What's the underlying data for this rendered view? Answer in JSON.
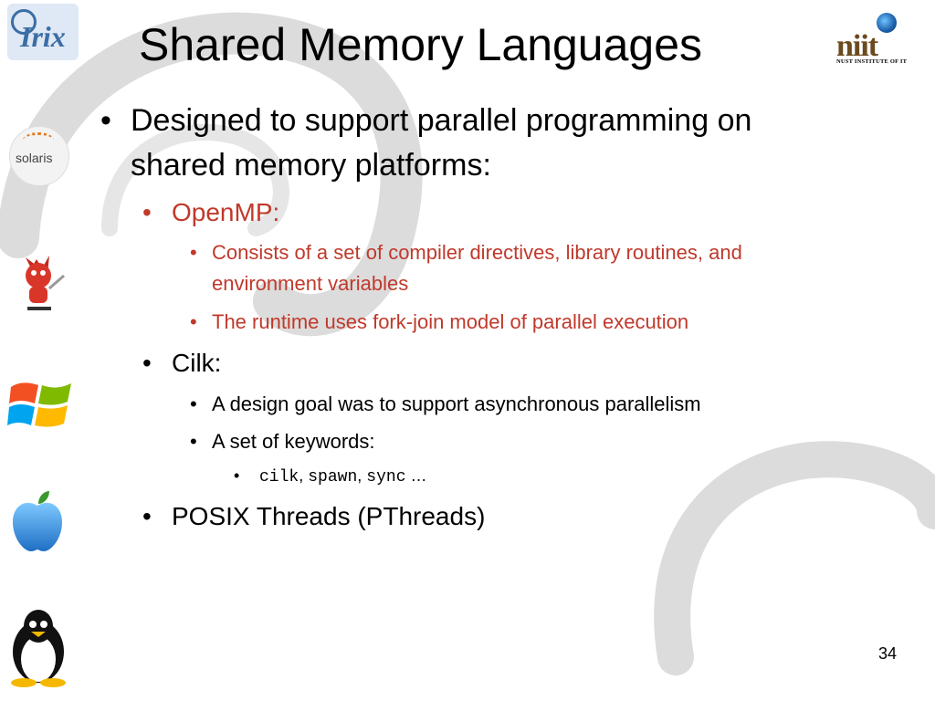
{
  "slide": {
    "title": "Shared Memory Languages",
    "page_number": "34",
    "bullets": {
      "b1_line1": "Designed to support parallel programming on",
      "b1_line2": "shared memory platforms:",
      "openmp": "OpenMP:",
      "openmp_1_line1": "Consists of a set of compiler directives, library routines, and",
      "openmp_1_line2": "environment variables",
      "openmp_2": "The runtime uses fork-join model of parallel execution",
      "cilk": "Cilk:",
      "cilk_1": "A design goal was to support asynchronous parallelism",
      "cilk_2": "A set of keywords:",
      "kw_1": "cilk",
      "kw_2": "spawn",
      "kw_3": "sync",
      "kw_sep": ",",
      "kw_tail": " …",
      "posix": "POSIX Threads (PThreads)"
    }
  },
  "logos": {
    "irix": "Irix",
    "solaris": "solaris",
    "nit_main": "niit",
    "nit_sub": "NUST INSTITUTE OF IT"
  },
  "colors": {
    "accent_red": "#c0392b",
    "text": "#000000"
  }
}
